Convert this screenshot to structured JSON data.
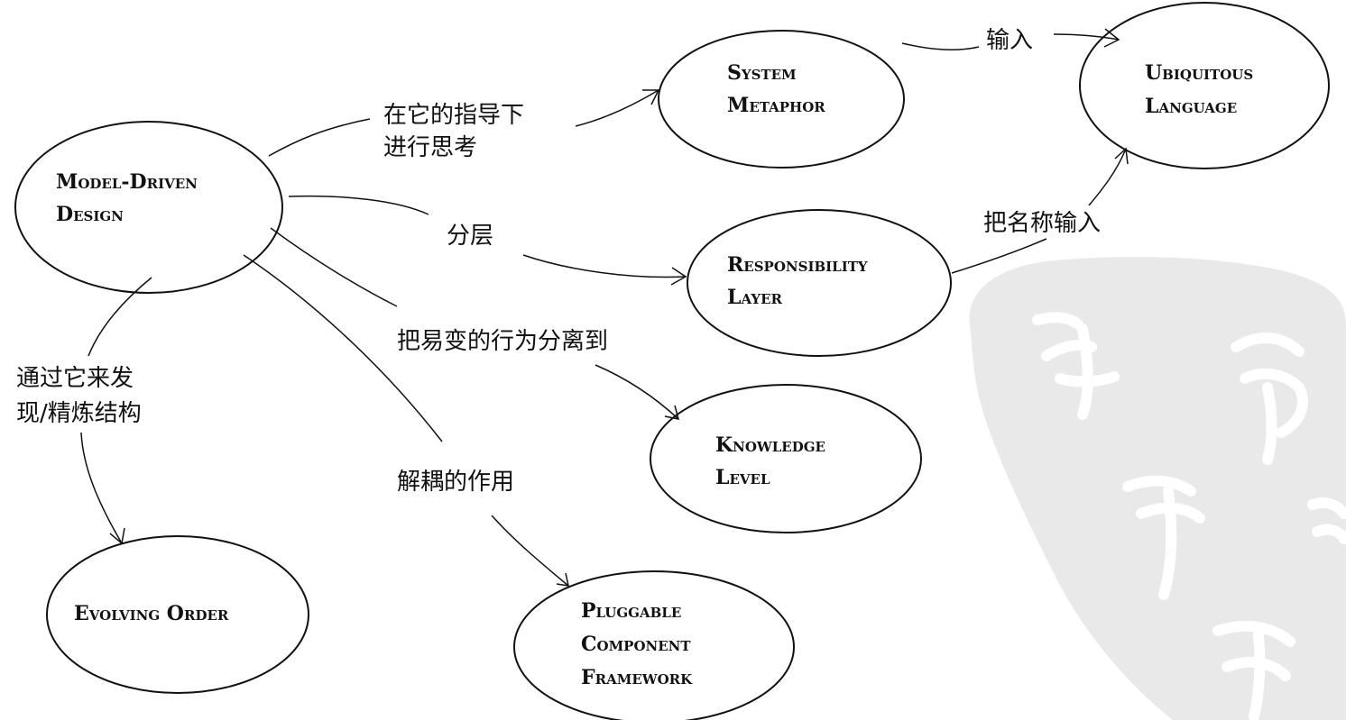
{
  "nodes": {
    "model_driven_design": {
      "lines": [
        "Model-Driven",
        "Design"
      ]
    },
    "system_metaphor": {
      "lines": [
        "System",
        "Metaphor"
      ]
    },
    "ubiquitous_language": {
      "lines": [
        "Ubiquitous",
        "Language"
      ]
    },
    "responsibility_layer": {
      "lines": [
        "Responsibility",
        "Layer"
      ]
    },
    "knowledge_level": {
      "lines": [
        "Knowledge",
        "Level"
      ]
    },
    "evolving_order": {
      "lines": [
        "Evolving Order"
      ]
    },
    "pluggable_component_framework": {
      "lines": [
        "Pluggable",
        "Component",
        "Framework"
      ]
    }
  },
  "edges": {
    "mdd_to_system_metaphor": {
      "lines": [
        "在它的指导下",
        "进行思考"
      ]
    },
    "system_metaphor_to_ubiquitous_language": {
      "lines": [
        "输入"
      ]
    },
    "mdd_to_responsibility_layer": {
      "lines": [
        "分层"
      ]
    },
    "responsibility_layer_to_ubiquitous_language": {
      "lines": [
        "把名称输入"
      ]
    },
    "mdd_to_knowledge_level": {
      "lines": [
        "把易变的行为分离到"
      ]
    },
    "mdd_to_evolving_order": {
      "lines": [
        "通过它来发",
        "现/精炼结构"
      ]
    },
    "mdd_to_pluggable_component_framework": {
      "lines": [
        "解耦的作用"
      ]
    }
  },
  "colors": {
    "ink": "#111111",
    "seal": "#e9e9e9",
    "background": "#ffffff"
  }
}
